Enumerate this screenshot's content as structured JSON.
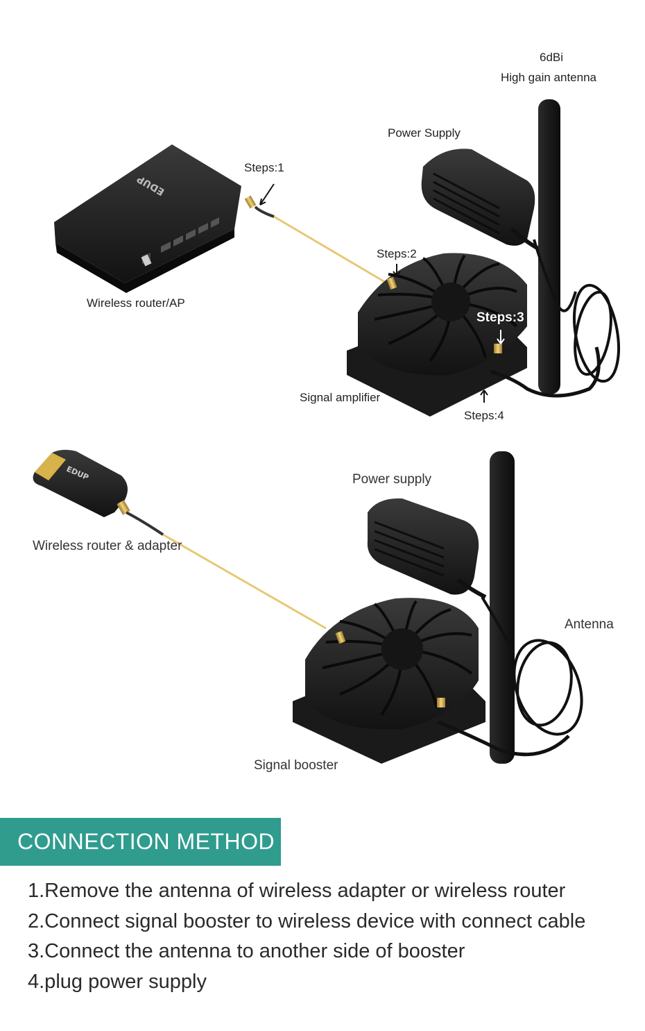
{
  "labels": {
    "gain_top": "6dBi",
    "gain_bottom": "High gain antenna",
    "power_supply_1": "Power Supply",
    "steps_1": "Steps:1",
    "steps_2": "Steps:2",
    "steps_3": "Steps:3",
    "steps_4": "Steps:4",
    "router_ap": "Wireless router/AP",
    "signal_amplifier": "Signal amplifier",
    "power_supply_2": "Power supply",
    "router_adapter": "Wireless router & adapter",
    "antenna": "Antenna",
    "signal_booster": "Signal booster",
    "brand": "EDUP"
  },
  "section": {
    "title": "CONNECTION METHOD",
    "steps": [
      "1.Remove the antenna of wireless adapter or wireless router",
      "2.Connect signal booster to wireless device with connect cable",
      "3.Connect the antenna to another side of booster",
      "4.plug power supply"
    ]
  },
  "colors": {
    "accent": "#2f9c8e",
    "device": "#1c1c1c",
    "cable": "#e8c874"
  }
}
